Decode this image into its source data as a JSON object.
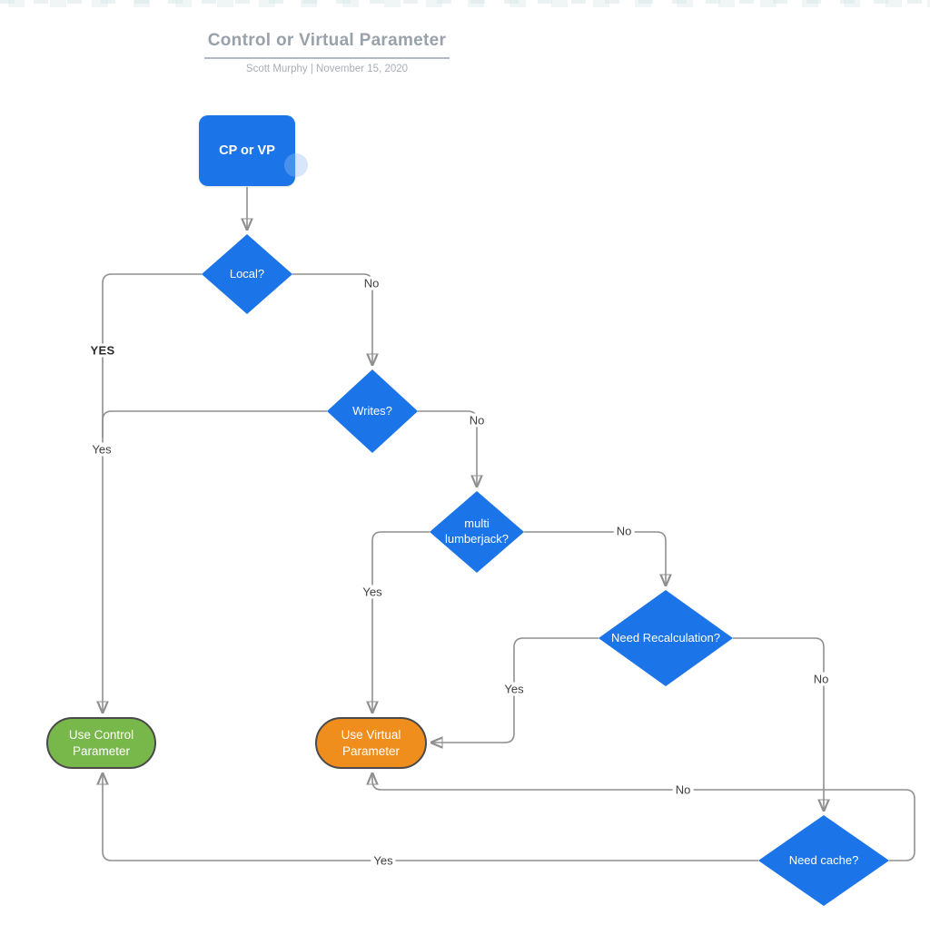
{
  "page": {
    "title": "Control or Virtual Parameter",
    "subtitle": "Scott Murphy  |  November 15, 2020"
  },
  "colors": {
    "node_blue": "#1b74e8",
    "terminator_green": "#78b749",
    "terminator_orange": "#ef8e1d",
    "connector_gray": "#8f8f8f",
    "arrowhead": "#2d2d2d",
    "title_gray": "#99a1aa"
  },
  "nodes": {
    "start": {
      "type": "process-start",
      "label": "CP or VP"
    },
    "local": {
      "type": "decision",
      "label": "Local?"
    },
    "writes": {
      "type": "decision",
      "label": "Writes?"
    },
    "lumberjack": {
      "type": "decision",
      "label": "multi lumberjack?"
    },
    "recalc": {
      "type": "decision",
      "label": "Need Recalculation?"
    },
    "cache": {
      "type": "decision",
      "label": "Need cache?"
    },
    "use_control": {
      "type": "terminator",
      "label": "Use Control Parameter"
    },
    "use_virtual": {
      "type": "terminator",
      "label": "Use Virtual Parameter"
    }
  },
  "edges": [
    {
      "from": "start",
      "to": "local",
      "label": ""
    },
    {
      "from": "local",
      "to": "writes",
      "label": "No"
    },
    {
      "from": "local",
      "to": "use_control",
      "label": "YES"
    },
    {
      "from": "writes",
      "to": "use_control",
      "label": "Yes"
    },
    {
      "from": "writes",
      "to": "lumberjack",
      "label": "No"
    },
    {
      "from": "lumberjack",
      "to": "use_virtual",
      "label": "Yes"
    },
    {
      "from": "lumberjack",
      "to": "recalc",
      "label": "No"
    },
    {
      "from": "recalc",
      "to": "use_virtual",
      "label": "Yes"
    },
    {
      "from": "recalc",
      "to": "cache",
      "label": "No"
    },
    {
      "from": "cache",
      "to": "use_virtual",
      "label": "No"
    },
    {
      "from": "cache",
      "to": "use_control",
      "label": "Yes"
    }
  ]
}
